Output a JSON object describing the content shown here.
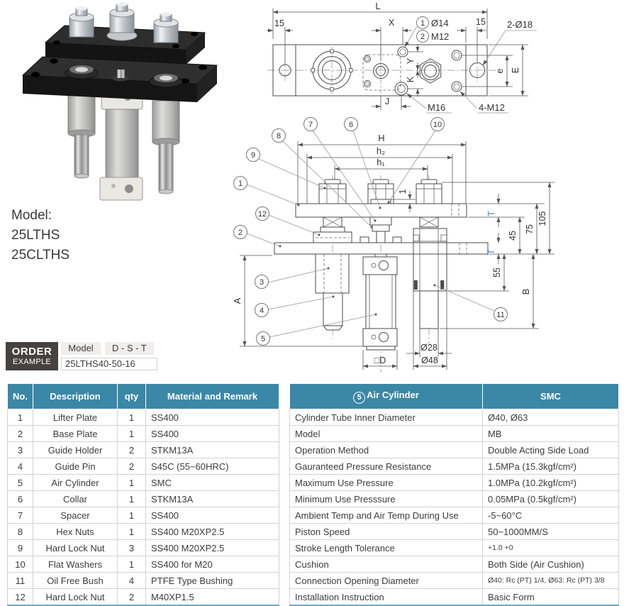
{
  "model_block": {
    "title": "Model:",
    "line1": "25LTHS",
    "line2": "25CLTHS"
  },
  "order": {
    "box_line1": "ORDER",
    "box_line2": "EXAMPLE",
    "model_label": "Model",
    "code_label": "D - S - T",
    "example_value": "25LTHS40-50-16"
  },
  "top_view": {
    "labels": {
      "L": "L",
      "fifteen_left": "15",
      "X": "X",
      "fifteen_right": "15",
      "balloon1": "1",
      "balloon1_label": "Ø14",
      "balloon2": "2",
      "balloon2_label": "M12",
      "two_o18": "2-Ø18",
      "e": "e",
      "E": "E",
      "J": "J",
      "m16": "M16",
      "four_m12": "4-M12",
      "Y": "Y",
      "K": "K"
    }
  },
  "front_view": {
    "labels": {
      "H": "H",
      "h2": "h₂",
      "h1": "h₁",
      "one": "1",
      "d105": "105",
      "d75": "75",
      "d45": "45",
      "d55": "55",
      "A": "A",
      "B": "B",
      "T_top": "T",
      "T_bottom": "T",
      "o28": "Ø28",
      "o48": "Ø48",
      "sqD": "□D"
    },
    "balloons": [
      "1",
      "2",
      "3",
      "4",
      "5",
      "6",
      "7",
      "8",
      "9",
      "10",
      "11",
      "12"
    ]
  },
  "parts_table": {
    "headers": [
      "No.",
      "Description",
      "qty",
      "Material and Remark"
    ],
    "rows": [
      {
        "no": "1",
        "desc": "Lifter Plate",
        "qty": "1",
        "material": "SS400"
      },
      {
        "no": "2",
        "desc": "Base Plate",
        "qty": "1",
        "material": "SS400"
      },
      {
        "no": "3",
        "desc": "Guide Holder",
        "qty": "2",
        "material": "STKM13A"
      },
      {
        "no": "4",
        "desc": "Guide Pin",
        "qty": "2",
        "material": "S45C (55~60HRC)"
      },
      {
        "no": "5",
        "desc": "Air Cylinder",
        "qty": "1",
        "material": "SMC"
      },
      {
        "no": "6",
        "desc": "Collar",
        "qty": "1",
        "material": "STKM13A"
      },
      {
        "no": "7",
        "desc": "Spacer",
        "qty": "1",
        "material": "SS400"
      },
      {
        "no": "8",
        "desc": "Hex Nuts",
        "qty": "1",
        "material": "SS400 M20XP2.5"
      },
      {
        "no": "9",
        "desc": "Hard Lock Nut",
        "qty": "3",
        "material": "SS400 M20XP2.5"
      },
      {
        "no": "10",
        "desc": "Flat Washers",
        "qty": "1",
        "material": "SS400 for M20"
      },
      {
        "no": "11",
        "desc": "Oil Free Bush",
        "qty": "4",
        "material": "PTFE Type Bushing"
      },
      {
        "no": "12",
        "desc": "Hard Lock Nut",
        "qty": "2",
        "material": "M40XP1.5"
      }
    ]
  },
  "spec_table": {
    "circle_num": "5",
    "header_label": "Air Cylinder",
    "header_value": "SMC",
    "rows": [
      {
        "label": "Cylinder Tube Inner Diameter",
        "value": "Ø40, Ø63"
      },
      {
        "label": "Model",
        "value": "MB"
      },
      {
        "label": "Operation Method",
        "value": "Double Acting Side Load"
      },
      {
        "label": "Gauranteed Pressure Resistance",
        "value": "1.5MPa (15.3kgf/cm²)"
      },
      {
        "label": "Maximum Use Pressure",
        "value": "1.0MPa (10.2kgf/cm²)"
      },
      {
        "label": "Minimum Use Presssure",
        "value": "0.05MPa (0.5kgf/cm²)"
      },
      {
        "label": "Ambient Temp and Air Temp During Use",
        "value": "-5~60°C"
      },
      {
        "label": "Piston Speed",
        "value": "50~1000MM/S"
      },
      {
        "label": "Stroke Length Tolerance",
        "value": "+1.0 +0"
      },
      {
        "label": "Cushion",
        "value": "Both Side (Air Cushion)"
      },
      {
        "label": "Connection Opening Diameter",
        "value": "Ø40: Rc (PT) 1/4, Ø63: Rc (PT) 3/8"
      },
      {
        "label": "Installation Instruction",
        "value": "Basic Form"
      }
    ]
  },
  "colors": {
    "header_teal": "#3b87a6",
    "t_mark_blue": "#4a86c8",
    "order_box": "#474240"
  }
}
